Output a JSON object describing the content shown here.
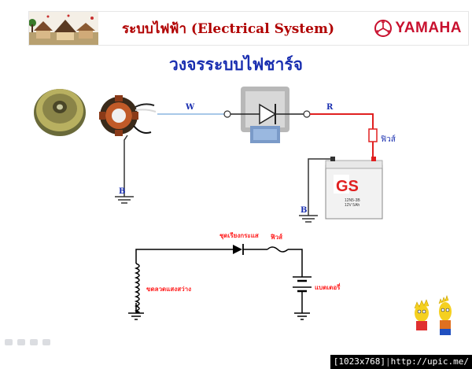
{
  "header": {
    "title": "ระบบไฟฟ้า (Electrical System)",
    "brand": "YAMAHA",
    "title_color": "#b00000",
    "brand_color": "#c8102e"
  },
  "subtitle": "วงจรระบบไฟชาร์จ",
  "subtitle_color": "#1a2fb0",
  "top_circuit": {
    "wire_w_label": "W",
    "wire_r_label": "R",
    "fuse_label": "ฟิวส์",
    "ground_label_left": "B",
    "ground_label_right": "B",
    "battery_brand": "GS",
    "battery_model": "12N5-3B",
    "battery_spec": "12V 5Ah",
    "wire_w_color": "#a8c8e8",
    "wire_r_color": "#e02020",
    "ground_wire_color": "#333333"
  },
  "schematic": {
    "rectifier_label": "ชุดเรียงกระแส",
    "fuse_label": "ฟิวส์",
    "coil_label": "ขดลวดแสงสว่าง",
    "battery_label": "แบตเตอรี่",
    "label_color": "#ff1e1e",
    "line_color": "#000000"
  },
  "watermark": {
    "resolution": "[1023x768]",
    "url": "http://upic.me/"
  }
}
